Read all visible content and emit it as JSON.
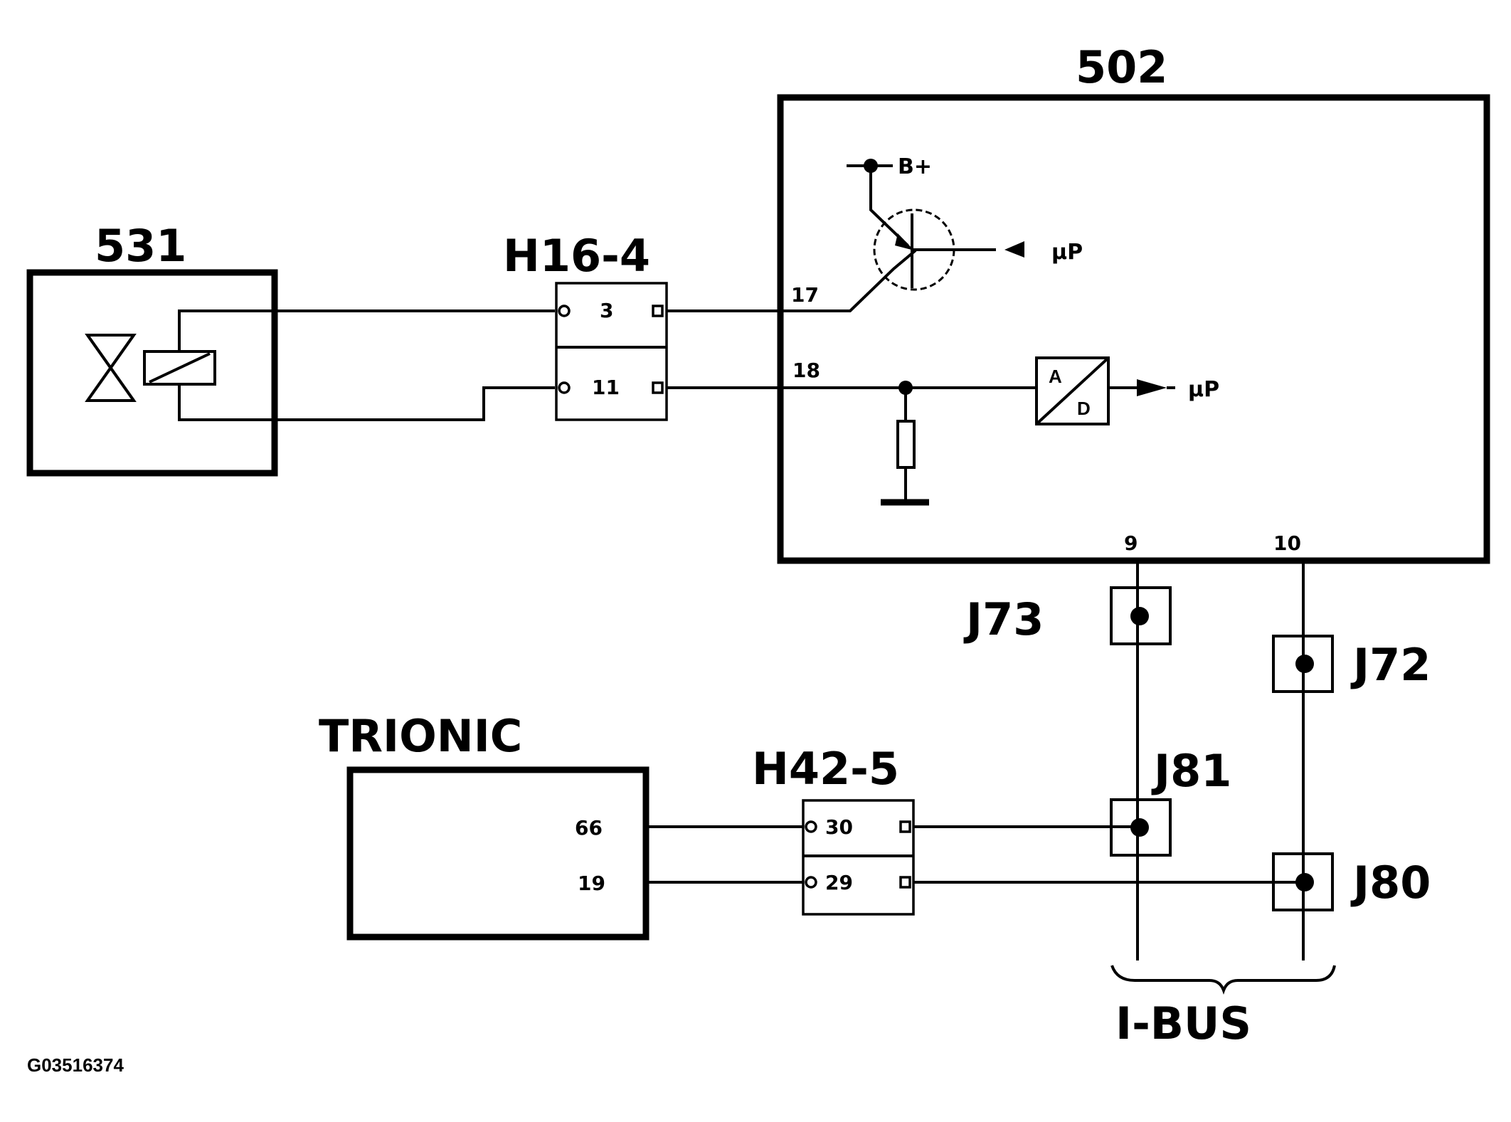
{
  "components": {
    "c531": "531",
    "c502": "502",
    "trionic": "TRIONIC",
    "h16": "H16-4",
    "h42": "H42-5",
    "j73": "J73",
    "j72": "J72",
    "j81": "J81",
    "j80": "J80",
    "ibus": "I-BUS"
  },
  "pins": {
    "h16_a": "3",
    "h16_b": "11",
    "m502_17": "17",
    "m502_18": "18",
    "m502_9": "9",
    "m502_10": "10",
    "h42_a": "30",
    "h42_b": "29",
    "tr_66": "66",
    "tr_19": "19"
  },
  "labels": {
    "bplus": "B+",
    "up1": "μP",
    "up2": "μP",
    "ad_a": "A",
    "ad_d": "D"
  },
  "figure_id": "G03516374"
}
